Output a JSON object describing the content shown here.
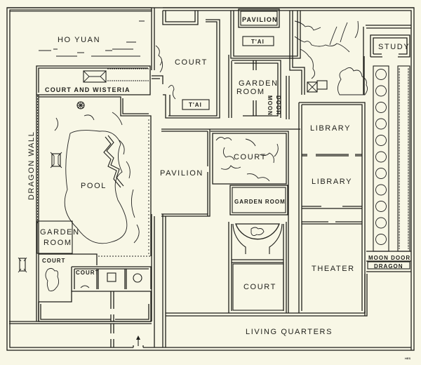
{
  "title": "Garden plan",
  "colors": {
    "paper": "#f8f7e6",
    "ink": "#1e1e1a"
  },
  "labels": {
    "ho_yuan": "HO YUAN",
    "court_and_wisteria": "COURT AND WISTERIA",
    "court_top": "COURT",
    "tai_court": "T'AI",
    "pavilion_top": "PAVILION",
    "tai_top": "T'AI",
    "garden_room_top": "GARDEN",
    "garden_room_top_2": "ROOM",
    "moon_door_1": "MOON",
    "moon_door_2": "DOOR",
    "study": "STUDY",
    "library_1": "LIBRARY",
    "library_2": "LIBRARY",
    "dragon_wall": "DRAGON   WALL",
    "pool": "POOL",
    "pavilion_mid": "PAVILION",
    "court_mid": "COURT",
    "garden_room_mid": "GARDEN ROOM",
    "garden_room_left_1": "GARDEN",
    "garden_room_left_2": "ROOM",
    "court_small_left": "COURT",
    "court_small": "COURT",
    "court_bottom": "COURT",
    "theater": "THEATER",
    "moon_door_right": "MOON DOOR",
    "dragon_right": "DRAGON",
    "living_quarters": "LIVING  QUARTERS",
    "signature": "HES"
  },
  "icons": {
    "entrance_arrow": "arrow-up",
    "tree_count": 11
  }
}
